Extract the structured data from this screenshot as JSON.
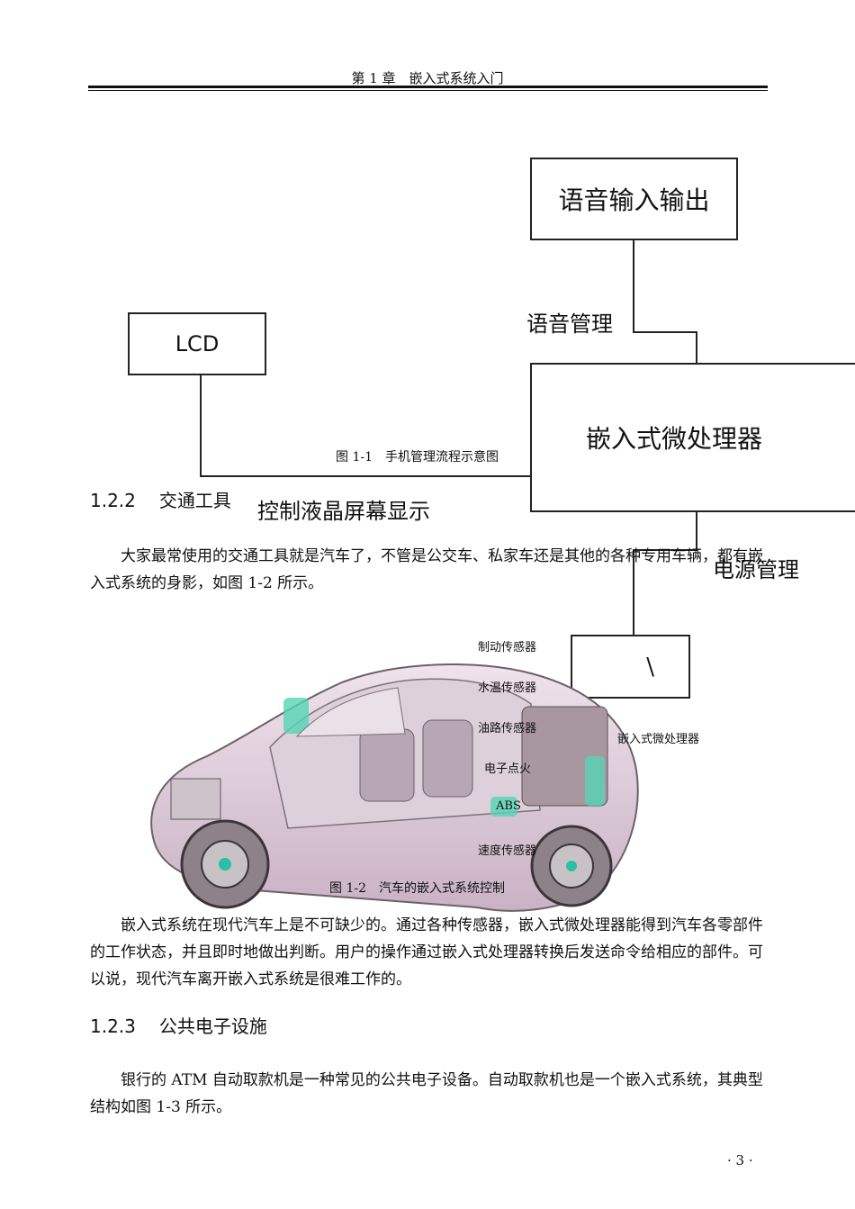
{
  "header": {
    "title": "第 1 章　嵌入式系统入门"
  },
  "figure1": {
    "box_voice": "语音输入输出",
    "box_lcd": "LCD",
    "box_cpu": "嵌入式微处理器",
    "box_partial": "\\",
    "label_voice_mgmt": "语音管理",
    "label_lcd_ctrl": "控制液晶屏幕显示",
    "label_power_mgmt": "电源管理",
    "caption": "图 1-1　手机管理流程示意图"
  },
  "section_122": {
    "number": "1.2.2",
    "title": "交通工具"
  },
  "para1": "大家最常使用的交通工具就是汽车了，不管是公交车、私家车还是其他的各种专用车辆，都有嵌入式系统的身影，如图 1-2 所示。",
  "figure2": {
    "labels": [
      "制动传感器",
      "水温传感器",
      "油路传感器",
      "电子点火",
      "ABS",
      "速度传感器"
    ],
    "cpu_label": "嵌入式微处理器",
    "caption": "图 1-2　汽车的嵌入式系统控制"
  },
  "para2": "嵌入式系统在现代汽车上是不可缺少的。通过各种传感器，嵌入式微处理器能得到汽车各零部件的工作状态，并且即时地做出判断。用户的操作通过嵌入式处理器转换后发送命令给相应的部件。可以说，现代汽车离开嵌入式系统是很难工作的。",
  "section_123": {
    "number": "1.2.3",
    "title": "公共电子设施"
  },
  "para3": "银行的 ATM 自动取款机是一种常见的公共电子设备。自动取款机也是一个嵌入式系统，其典型结构如图 1-3 所示。",
  "page_number": "· 3 ·"
}
